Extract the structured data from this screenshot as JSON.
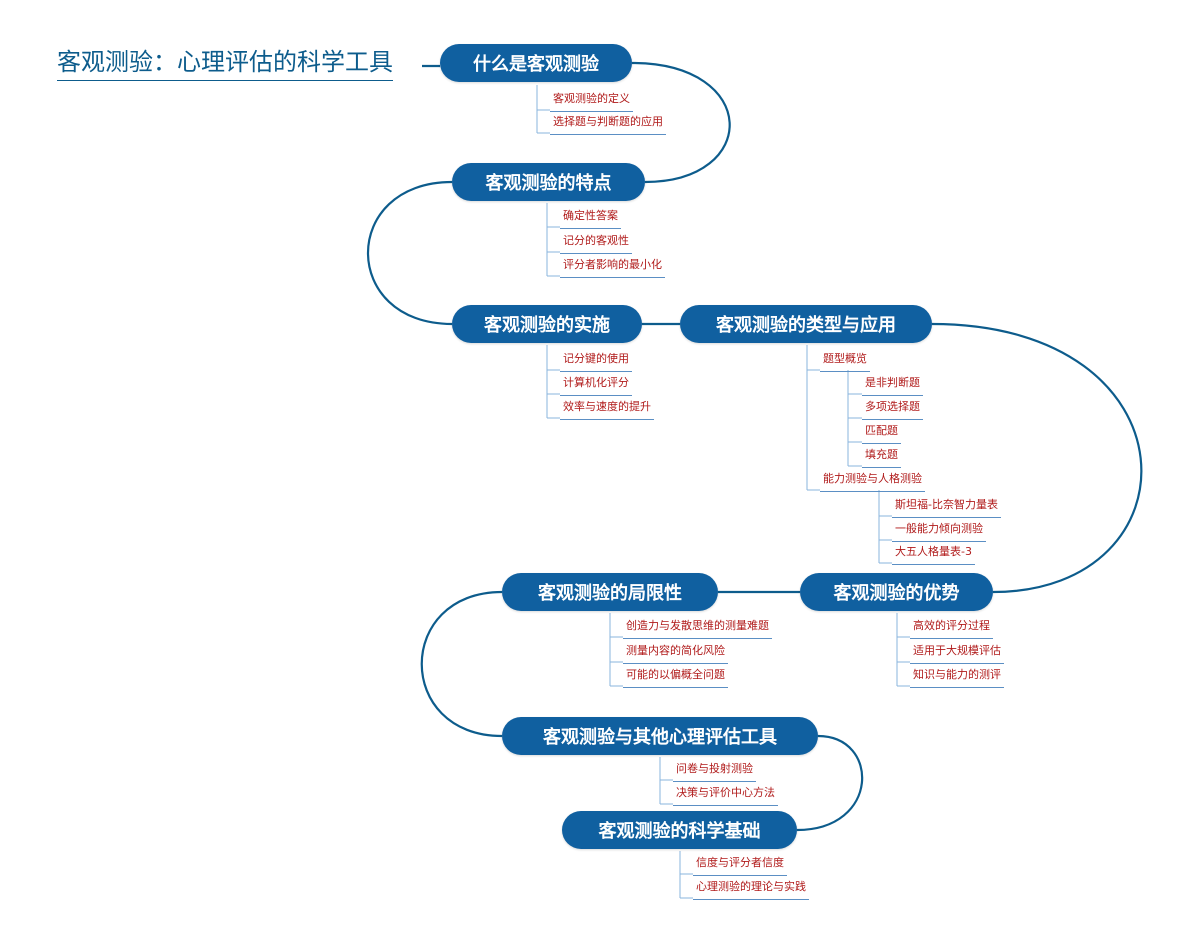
{
  "root": {
    "title": "客观测验：心理评估的科学工具"
  },
  "colors": {
    "node_fill": "#1060a0",
    "node_text": "#ffffff",
    "leaf_text": "#b01a1a",
    "line": "#0d5c8c",
    "leaf_line": "#8ab4dd"
  },
  "topics": [
    {
      "title": "什么是客观测验",
      "children": [
        {
          "label": "客观测验的定义"
        },
        {
          "label": "选择题与判断题的应用"
        }
      ]
    },
    {
      "title": "客观测验的特点",
      "children": [
        {
          "label": "确定性答案"
        },
        {
          "label": "记分的客观性"
        },
        {
          "label": "评分者影响的最小化"
        }
      ]
    },
    {
      "title": "客观测验的实施",
      "children": [
        {
          "label": "记分键的使用"
        },
        {
          "label": "计算机化评分"
        },
        {
          "label": "效率与速度的提升"
        }
      ]
    },
    {
      "title": "客观测验的类型与应用",
      "children": [
        {
          "label": "题型概览",
          "children": [
            {
              "label": "是非判断题"
            },
            {
              "label": "多项选择题"
            },
            {
              "label": "匹配题"
            },
            {
              "label": "填充题"
            }
          ]
        },
        {
          "label": "能力测验与人格测验",
          "children": [
            {
              "label": "斯坦福-比奈智力量表"
            },
            {
              "label": "一般能力倾向测验"
            },
            {
              "label": "大五人格量表-3"
            }
          ]
        }
      ]
    },
    {
      "title": "客观测验的优势",
      "children": [
        {
          "label": "高效的评分过程"
        },
        {
          "label": "适用于大规模评估"
        },
        {
          "label": "知识与能力的测评"
        }
      ]
    },
    {
      "title": "客观测验的局限性",
      "children": [
        {
          "label": "创造力与发散思维的测量难题"
        },
        {
          "label": "测量内容的简化风险"
        },
        {
          "label": "可能的以偏概全问题"
        }
      ]
    },
    {
      "title": "客观测验与其他心理评估工具",
      "children": [
        {
          "label": "问卷与投射测验"
        },
        {
          "label": "决策与评价中心方法"
        }
      ]
    },
    {
      "title": "客观测验的科学基础",
      "children": [
        {
          "label": "信度与评分者信度"
        },
        {
          "label": "心理测验的理论与实践"
        }
      ]
    }
  ]
}
